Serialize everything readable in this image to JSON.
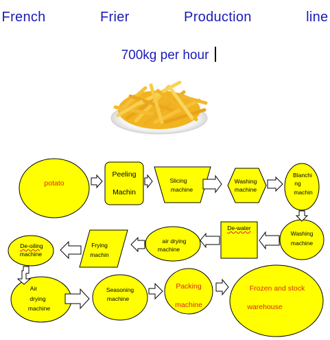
{
  "title": "French    Frier    Production    line",
  "subtitle": "700kg per hour",
  "colors": {
    "title": "#1a1ab8",
    "node_fill": "#ffff00",
    "node_stroke": "#000000",
    "red_label": "#e0241b",
    "arrow_fill": "#ffffff"
  },
  "image": {
    "subject": "french-fries-on-plate"
  },
  "nodes": {
    "potato": "potato",
    "peeling_line1": "Peeling",
    "peeling_line2": "Machin",
    "slicing_line1": "Slicing",
    "slicing_line2": "machine",
    "washing1_line1": "Washing",
    "washing1_line2": "machine",
    "blanching_line1": "Blanchi",
    "blanching_line2": "ng",
    "blanching_line3": "machin",
    "washing2_line1": "Washing",
    "washing2_line2": "machine",
    "dewater": "De-water",
    "airdrying1_line1": "air    drying",
    "airdrying1_line2": "machine",
    "frying_line1": "Frying",
    "frying_line2": "machin",
    "deoiling_line1": "De-oiling",
    "deoiling_line2": "machine",
    "airdrying2_line1": "Air",
    "airdrying2_line2": "drying",
    "airdrying2_line3": "machine",
    "seasoning_line1": "Seasoning",
    "seasoning_line2": "machine",
    "packing_line1": "Packing",
    "packing_line2": "machine",
    "frozen_line1": "Frozen  and  stock",
    "frozen_line2": "warehouse"
  }
}
